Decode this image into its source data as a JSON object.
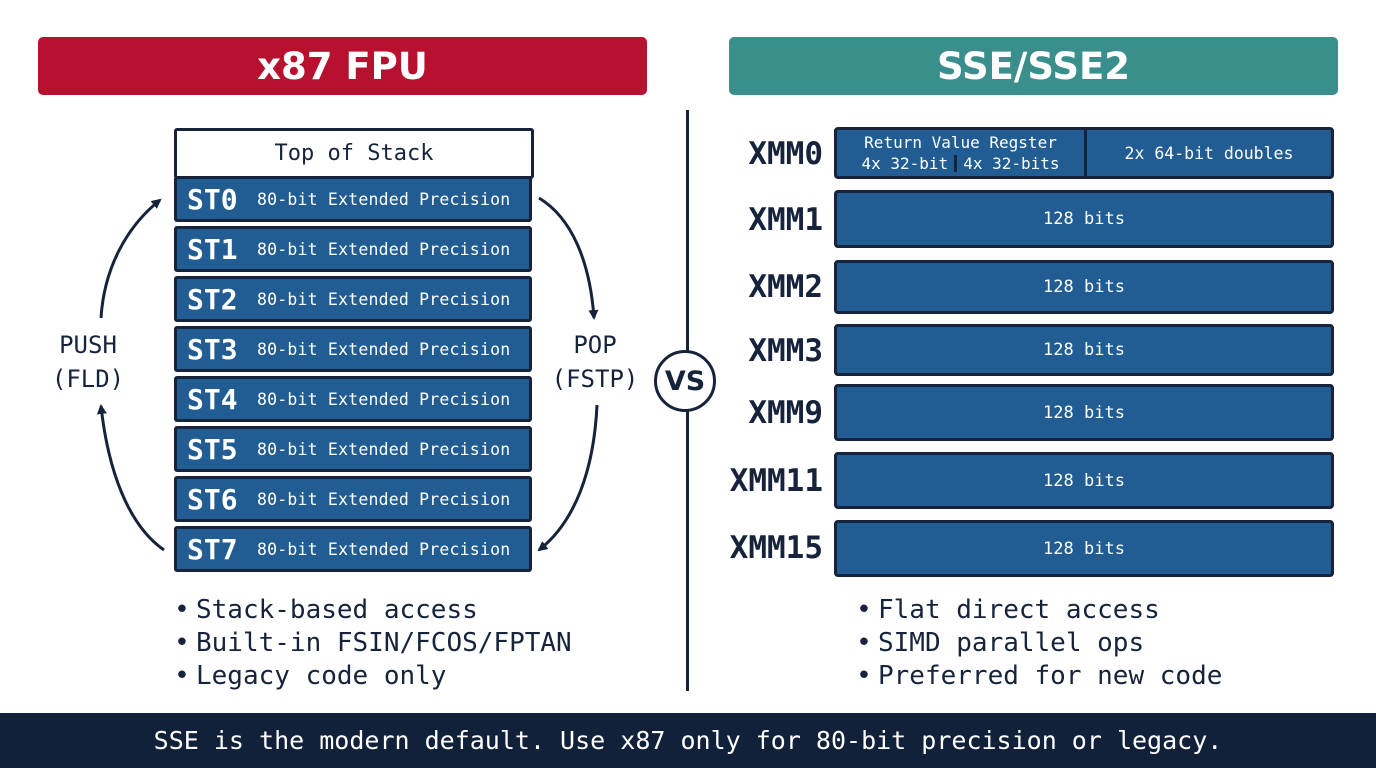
{
  "left": {
    "title": "x87 FPU",
    "stack_header": "Top of Stack",
    "registers": [
      {
        "name": "ST0",
        "desc": "80-bit Extended Precision"
      },
      {
        "name": "ST1",
        "desc": "80-bit Extended Precision"
      },
      {
        "name": "ST2",
        "desc": "80-bit Extended Precision"
      },
      {
        "name": "ST3",
        "desc": "80-bit Extended Precision"
      },
      {
        "name": "ST4",
        "desc": "80-bit Extended Precision"
      },
      {
        "name": "ST5",
        "desc": "80-bit Extended Precision"
      },
      {
        "name": "ST6",
        "desc": "80-bit Extended Precision"
      },
      {
        "name": "ST7",
        "desc": "80-bit Extended Precision"
      }
    ],
    "push_label": {
      "line1": "PUSH",
      "line2": "(FLD)"
    },
    "pop_label": {
      "line1": "POP",
      "line2": "(FSTP)"
    },
    "bullets": [
      "Stack-based access",
      "Built-in FSIN/FCOS/FPTAN",
      "Legacy code only"
    ]
  },
  "vs": "VS",
  "right": {
    "title": "SSE/SSE2",
    "xmm0": {
      "name": "XMM0",
      "left_title": "Return Value Regster",
      "left_sub1": "4x 32-bit",
      "left_sub2": "4x 32-bits",
      "right": "2x 64-bit doubles"
    },
    "registers": [
      {
        "name": "XMM1",
        "desc": "128 bits"
      },
      {
        "name": "XMM2",
        "desc": "128 bits"
      },
      {
        "name": "XMM3",
        "desc": "128 bits"
      },
      {
        "name": "XMM9",
        "desc": "128 bits"
      },
      {
        "name": "XMM11",
        "desc": "128 bits"
      },
      {
        "name": "XMM15",
        "desc": "128 bits"
      }
    ],
    "bullets": [
      "Flat direct access",
      "SIMD parallel ops",
      "Preferred for new code"
    ]
  },
  "footer": "SSE is the modern default. Use x87 only for 80-bit precision or legacy.",
  "colors": {
    "x87_banner": "#b7112f",
    "sse_banner": "#3a8f8c",
    "register_fill": "#215d93",
    "outline": "#16233b",
    "footer_bg": "#12213a"
  }
}
